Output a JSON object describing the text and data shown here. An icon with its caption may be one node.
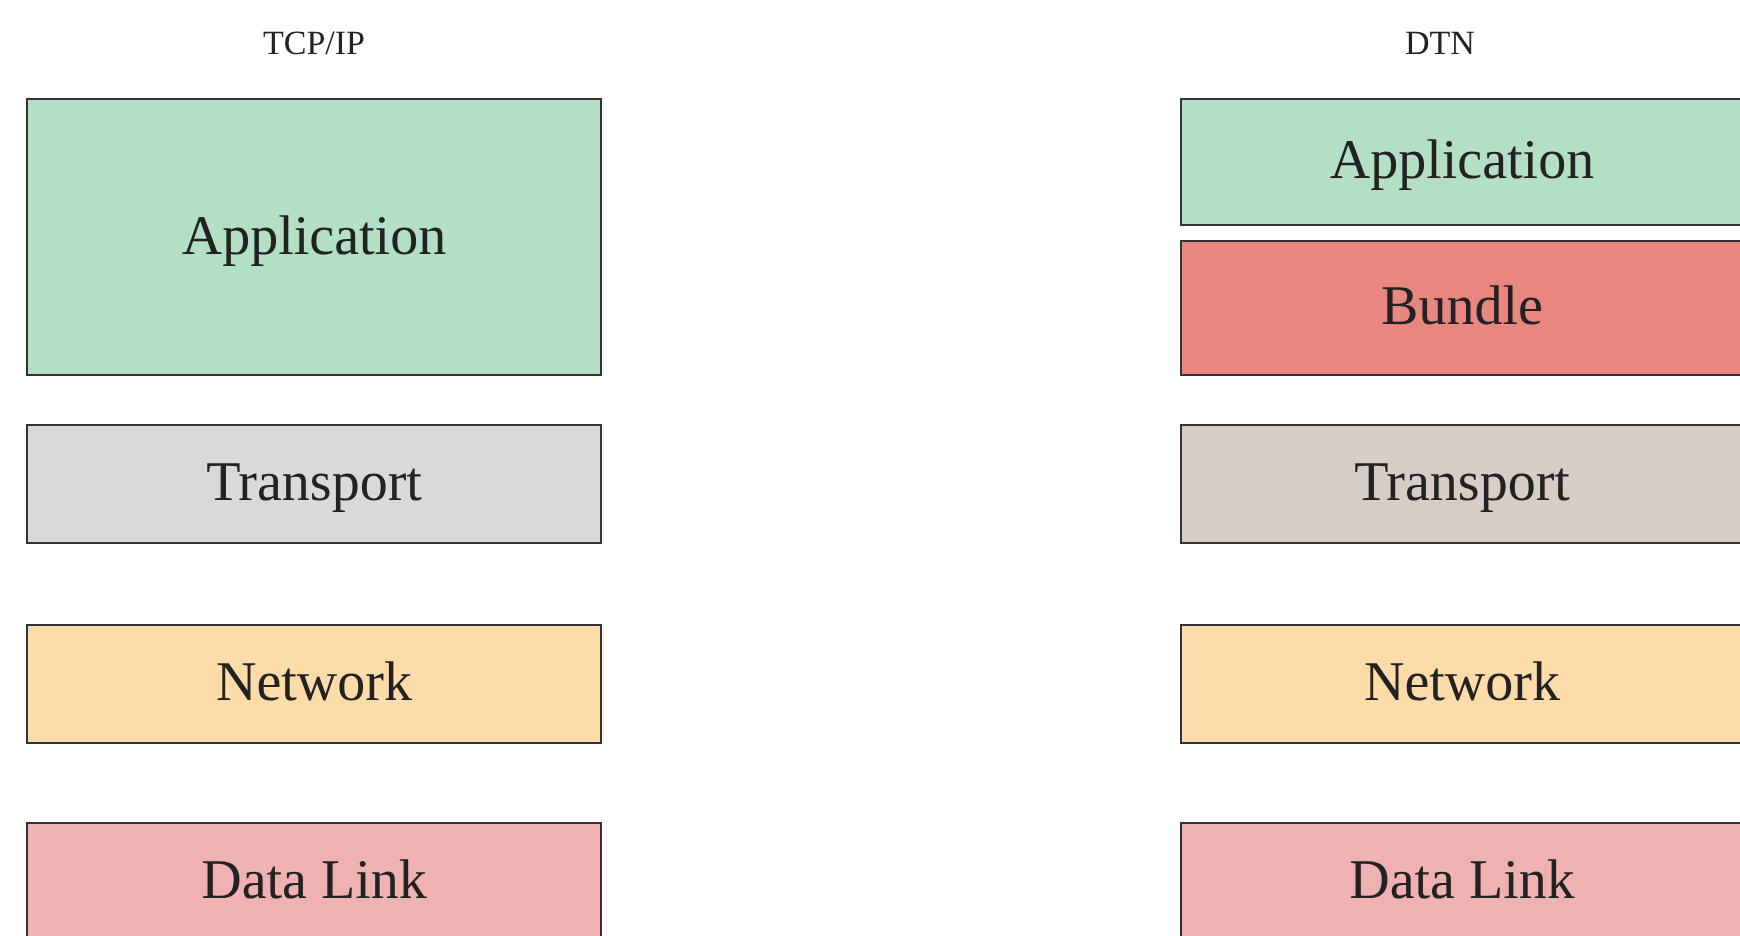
{
  "diagram": {
    "nodes": [
      {
        "text": [
          "Application"
        ]
      },
      {
        "text": [
          "Transport"
        ]
      },
      {
        "text": [
          "Network"
        ]
      },
      {
        "text": [
          "Data Link"
        ]
      },
      {
        "text": [
          "Application"
        ]
      },
      {
        "text": [
          "Bundle"
        ]
      },
      {
        "text": [
          "Transport"
        ]
      },
      {
        "text": [
          "Network"
        ]
      },
      {
        "text": [
          "Data Link"
        ]
      }
    ],
    "labels": [
      "TCP/IP",
      "DTN"
    ]
  }
}
